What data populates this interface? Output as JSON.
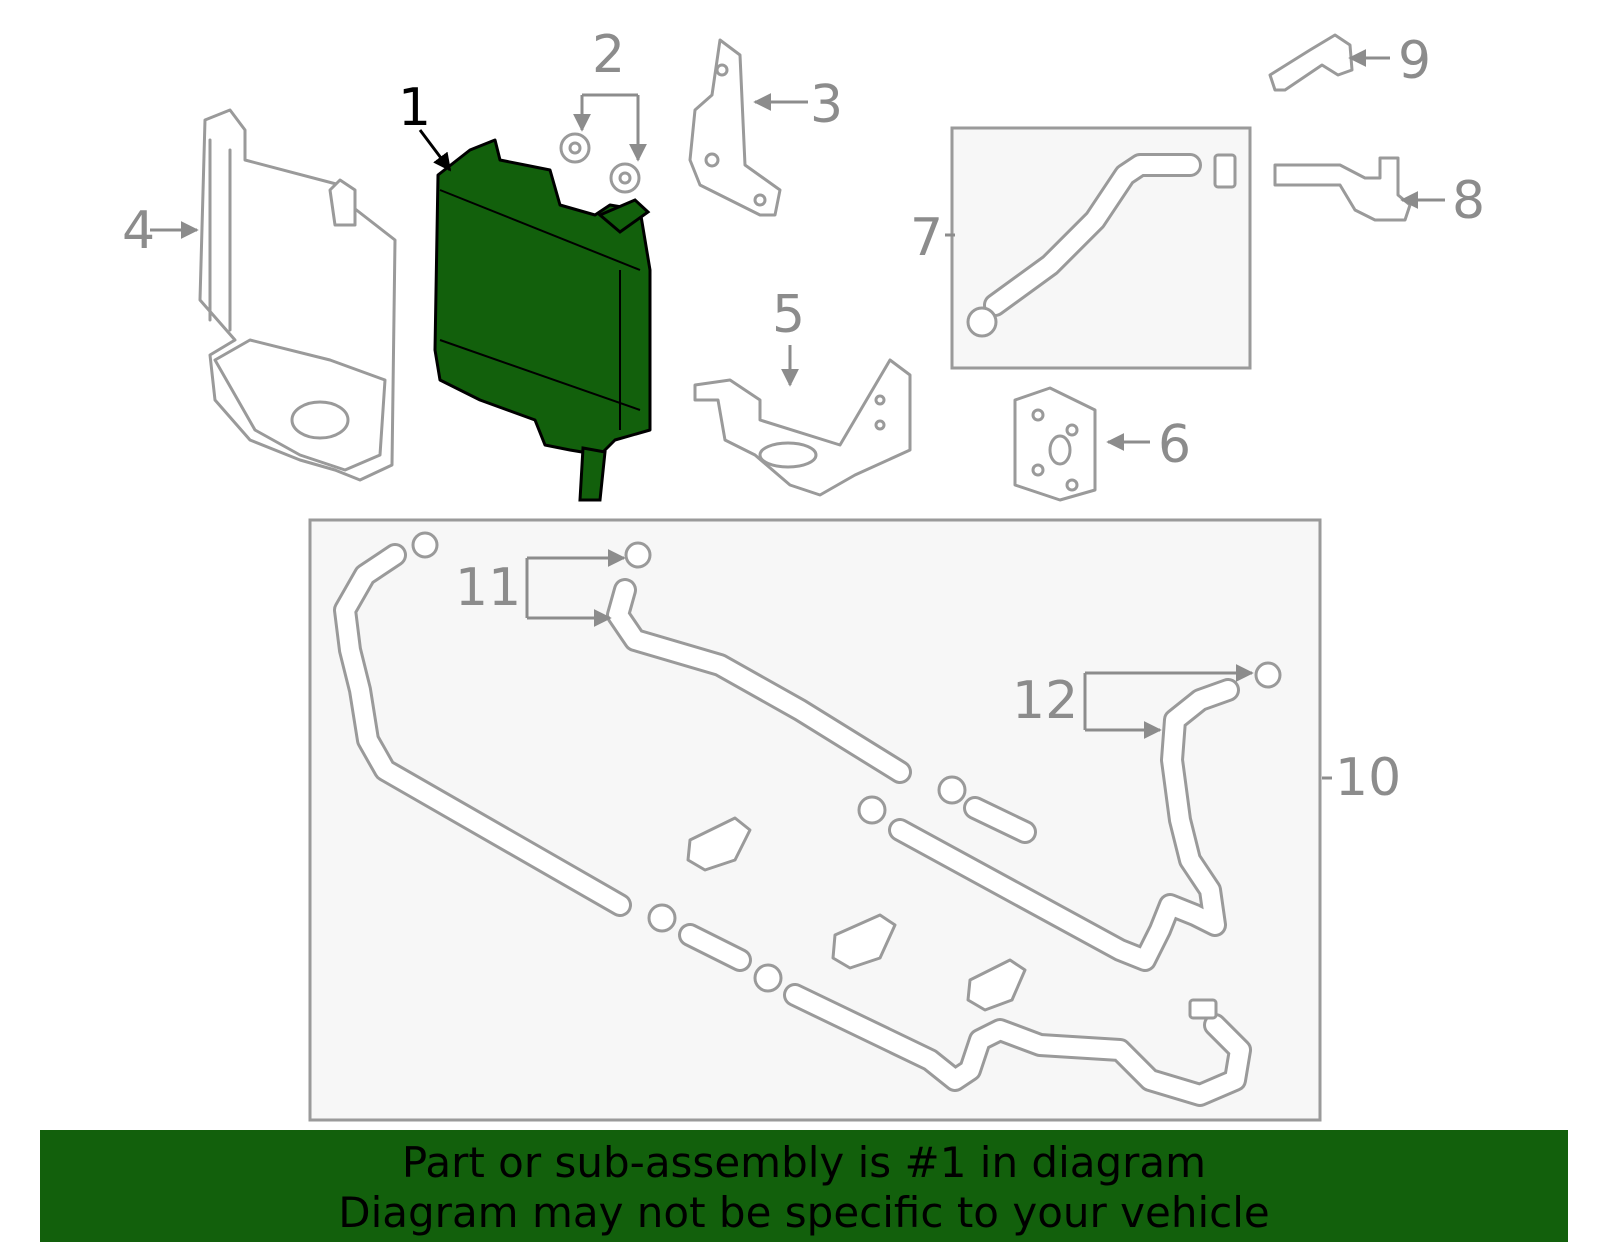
{
  "callouts": {
    "c1": "1",
    "c2": "2",
    "c3": "3",
    "c4": "4",
    "c5": "5",
    "c6": "6",
    "c7": "7",
    "c8": "8",
    "c9": "9",
    "c10": "10",
    "c11": "11",
    "c12": "12"
  },
  "banner": {
    "line1": "Part or sub-assembly is #1 in diagram",
    "line2": "Diagram may not be specific to your vehicle"
  },
  "colors": {
    "highlight_part": "#12600c",
    "banner_background": "#12600c",
    "line_art": "#9a9a9a",
    "panel_background": "#f7f7f7"
  }
}
